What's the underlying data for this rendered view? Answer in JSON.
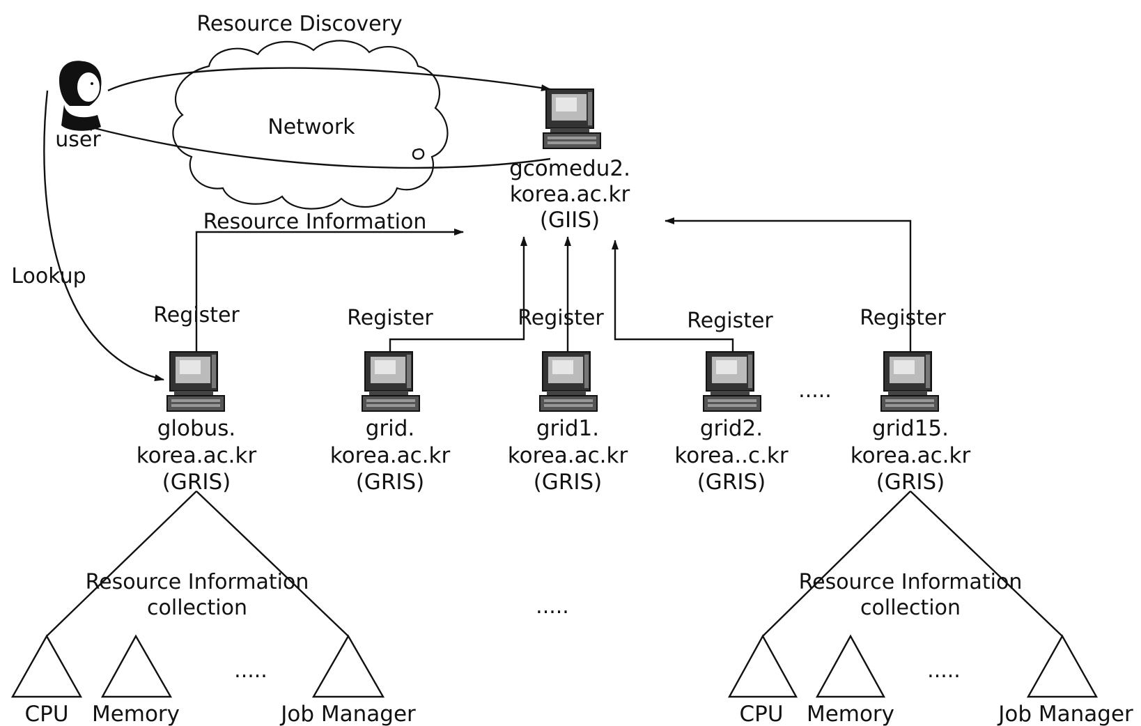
{
  "labels": {
    "resource_discovery": "Resource Discovery",
    "network": "Network",
    "user": "user",
    "lookup": "Lookup",
    "resource_information": "Resource Information",
    "giis_line1": "gcomedu2.",
    "giis_line2": "korea.ac.kr",
    "giis_line3": "(GIIS)",
    "register": "Register",
    "ellipsis": "....."
  },
  "gris_nodes": [
    {
      "line1": "globus.",
      "line2": "korea.ac.kr",
      "line3": "(GRIS)"
    },
    {
      "line1": "grid.",
      "line2": "korea.ac.kr",
      "line3": "(GRIS)"
    },
    {
      "line1": "grid1.",
      "line2": "korea.ac.kr",
      "line3": "(GRIS)"
    },
    {
      "line1": "grid2.",
      "line2": "korea..c.kr",
      "line3": "(GRIS)"
    },
    {
      "line1": "grid15.",
      "line2": "korea.ac.kr",
      "line3": "(GRIS)"
    }
  ],
  "collection_trees": [
    {
      "title_line1": "Resource Information",
      "title_line2": "collection",
      "leaves": [
        "CPU",
        "Memory",
        "Job Manager"
      ]
    },
    {
      "title_line1": "Resource Information",
      "title_line2": "collection",
      "leaves": [
        "CPU",
        "Memory",
        "Job Manager"
      ]
    }
  ]
}
